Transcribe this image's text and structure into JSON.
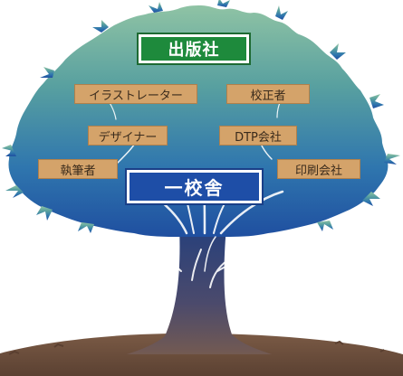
{
  "top_sign": {
    "label": "出版社"
  },
  "center_sign": {
    "label": "一校舎"
  },
  "tags": {
    "illustrator": "イラストレーター",
    "proofreader": "校正者",
    "designer": "デザイナー",
    "dtp": "DTP会社",
    "writer": "執筆者",
    "printing": "印刷会社"
  },
  "colors": {
    "canopy_top": "#7fb89b",
    "canopy_bottom": "#1f55a8",
    "trunk_top": "#2a447e",
    "trunk_bottom": "#6f5850",
    "ground": "#6b4f3e",
    "tag_fill": "#d4a36a",
    "green_sign": "#1e8a3c",
    "blue_sign": "#1e4ea7"
  }
}
